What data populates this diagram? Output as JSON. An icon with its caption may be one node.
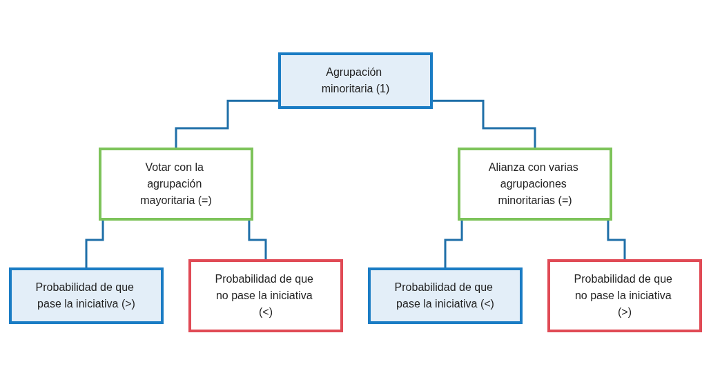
{
  "diagram": {
    "nodes": [
      {
        "text": [
          "Agrupación minoritaria (1)"
        ]
      },
      {
        "text": [
          "Votar con la agrupación mayoritaria (=)"
        ]
      },
      {
        "text": [
          "Alianza con varias agrupaciones minoritarias (=)"
        ]
      },
      {
        "text": [
          "Probabilidad de que pase la iniciativa (>)"
        ]
      },
      {
        "text": [
          "Probabilidad de que no pase la iniciativa (<)"
        ]
      },
      {
        "text": [
          "Probabilidad de que pase la iniciativa (<)"
        ]
      },
      {
        "text": [
          "Probabilidad de que no pase la iniciativa (>)"
        ]
      }
    ],
    "edges": [
      {
        "from": 0,
        "to": 1,
        "arrow": "none"
      },
      {
        "from": 0,
        "to": 2,
        "arrow": "none"
      },
      {
        "from": 1,
        "to": 3,
        "arrow": "none"
      },
      {
        "from": 1,
        "to": 4,
        "arrow": "none"
      },
      {
        "from": 2,
        "to": 5,
        "arrow": "none"
      },
      {
        "from": 2,
        "to": 6,
        "arrow": "none"
      }
    ]
  }
}
